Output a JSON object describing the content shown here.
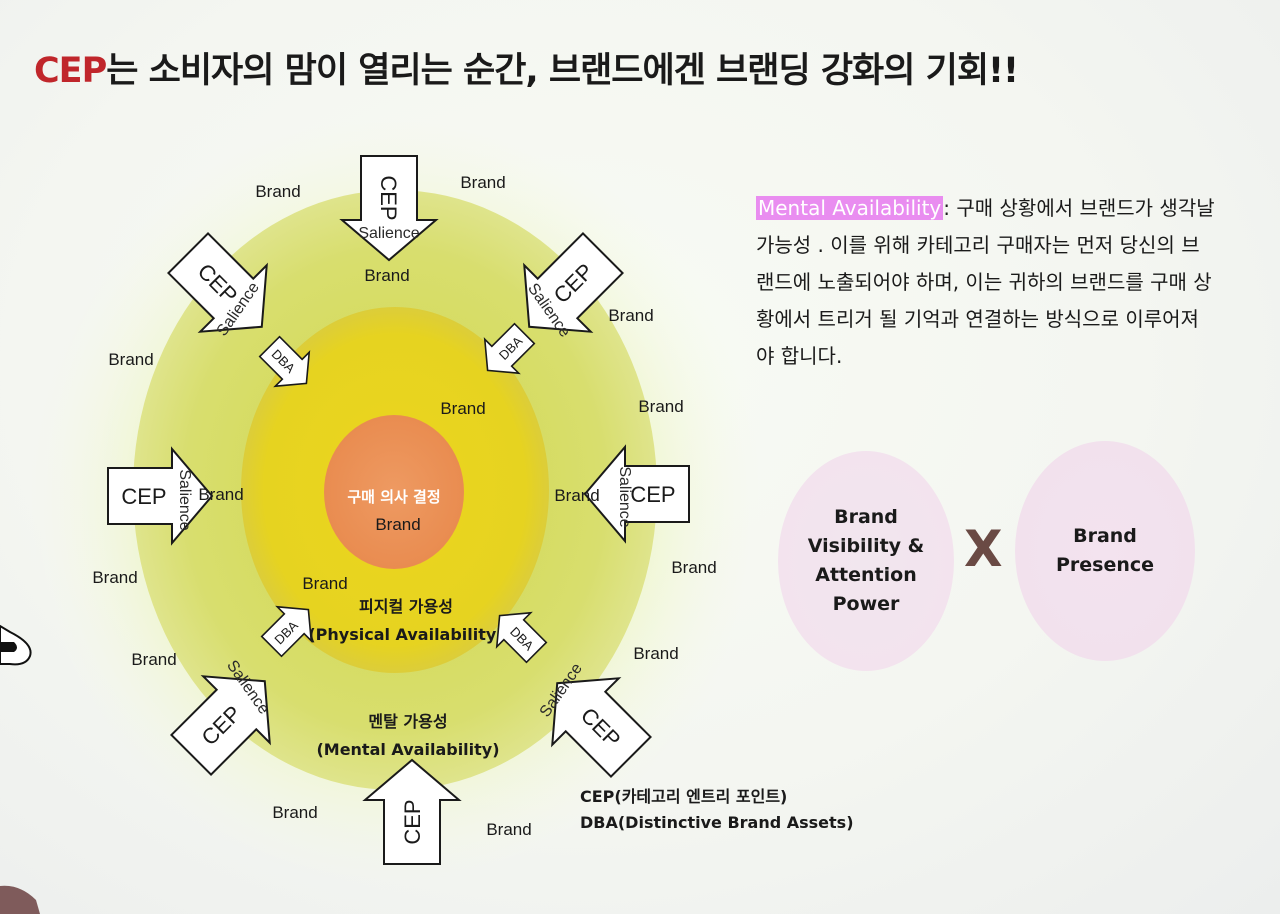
{
  "title": {
    "prefix": "CEP",
    "rest": "는 소비자의 맘이 열리는 순간, 브랜드에겐 브랜딩 강화의 기회!!"
  },
  "diagram": {
    "cep_label": "CEP",
    "salience_label": "Salience",
    "dba_label": "DBA",
    "brand_label": "Brand",
    "center": {
      "line1": "구매 의사 결정",
      "line2": "Brand"
    },
    "physical": {
      "line1": "피지컬 가용성",
      "line2": "(Physical Availability)"
    },
    "mental": {
      "line1": "멘탈 가용성",
      "line2": "(Mental Availability)"
    }
  },
  "legend": {
    "cep": "CEP(카테고리 엔트리 포인트)",
    "dba": "DBA(Distinctive Brand Assets)"
  },
  "mental_availability": {
    "term": "Mental Availability",
    "text": ": 구매 상황에서 브랜드가 생각날 가능성 . 이를 위해 카테고리 구매자는 먼저 당신의 브랜드에 노출되어야 하며, 이는 귀하의 브랜드를 구매 상황에서 트리거 될 기억과 연결하는 방식으로 이루어져야 합니다."
  },
  "formula": {
    "left_circle": {
      "line1": "Brand",
      "line2": "Visibility &",
      "line3": "Attention",
      "line4": "Power"
    },
    "operator": "X",
    "right_circle": {
      "line1": "Brand",
      "line2": "Presence"
    }
  },
  "colors": {
    "title_accent": "#c0262b",
    "outer_ring": "#d8de6e",
    "middle_ring": "#e6d320",
    "center_core": "#ec9158",
    "highlight": "#e98df0",
    "formula_circle": "#f3e3ee"
  },
  "icons": {
    "arrow": "cep-arrow-icon",
    "dba_arrow": "dba-arrow-icon"
  }
}
